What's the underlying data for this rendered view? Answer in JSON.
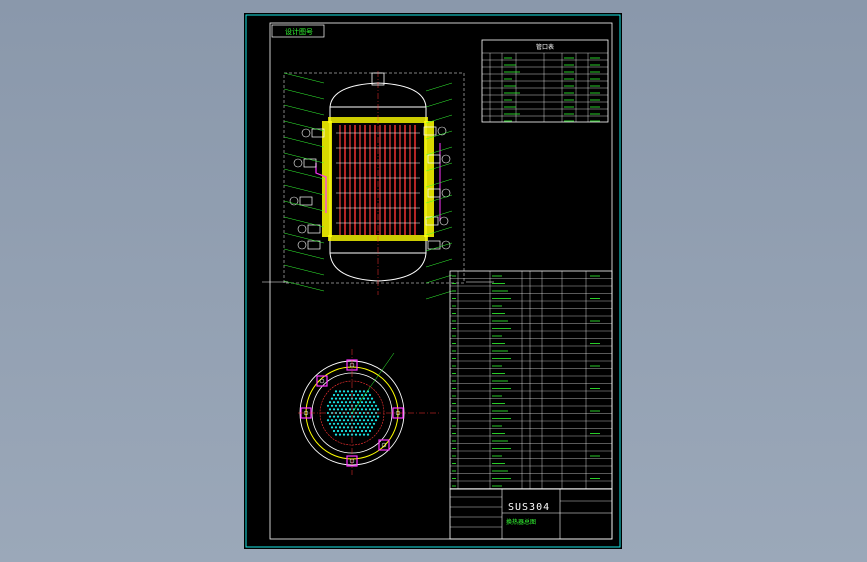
{
  "drawing": {
    "stamp_label": "设计图号",
    "table_title": "管口表",
    "material": "SUS304",
    "drawing_title": "换热器总图",
    "colors": {
      "background": "#8f9db0",
      "paper": "#000000",
      "frame": "#19e6e6",
      "lines": "#ffffff",
      "text": "#33ff33",
      "accent": "#ff33ff",
      "shell": "#ffff00",
      "tubes": "#ff3333"
    }
  }
}
